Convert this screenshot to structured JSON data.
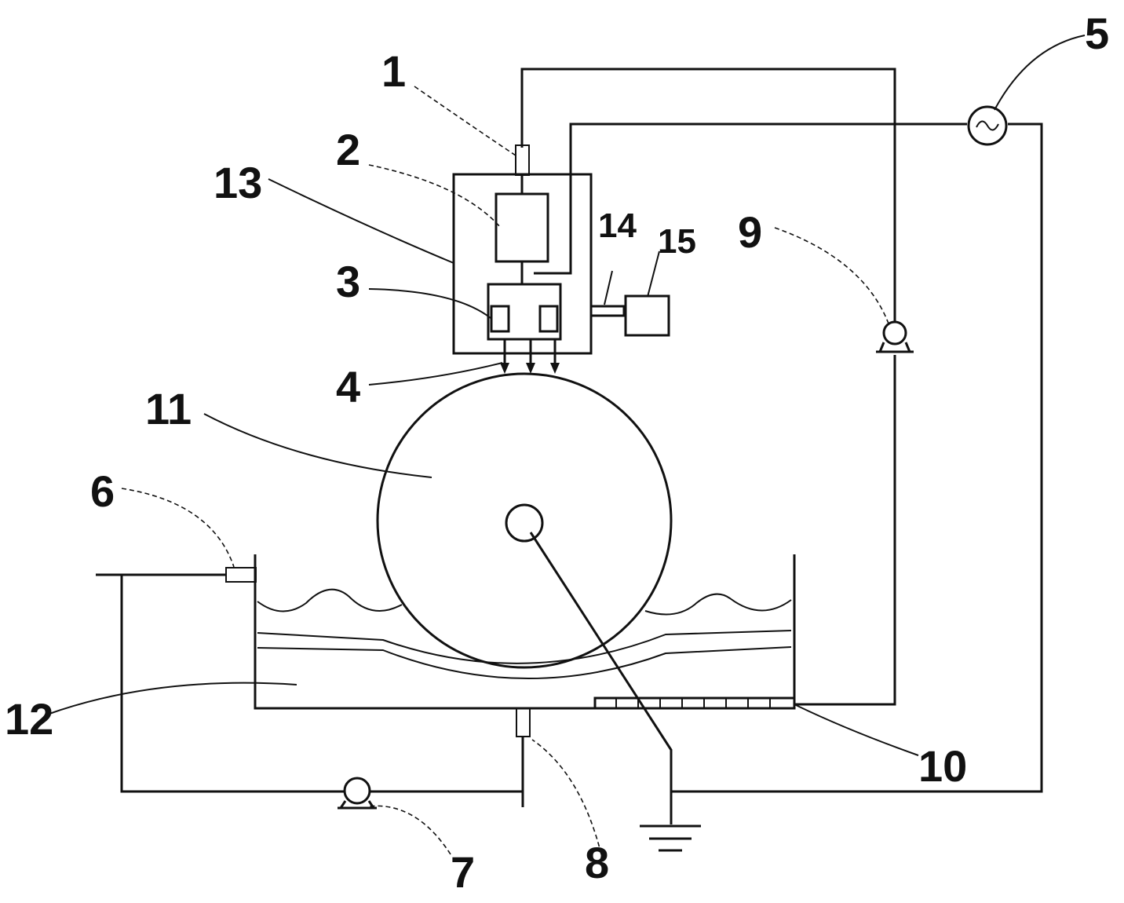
{
  "labels": {
    "l1": "1",
    "l2": "2",
    "l3": "3",
    "l4": "4",
    "l5": "5",
    "l6": "6",
    "l7": "7",
    "l8": "8",
    "l9": "9",
    "l10": "10",
    "l11": "11",
    "l12": "12",
    "l13": "13",
    "l14": "14",
    "l15": "15"
  },
  "colors": {
    "line": "#111111",
    "background": "#ffffff"
  }
}
